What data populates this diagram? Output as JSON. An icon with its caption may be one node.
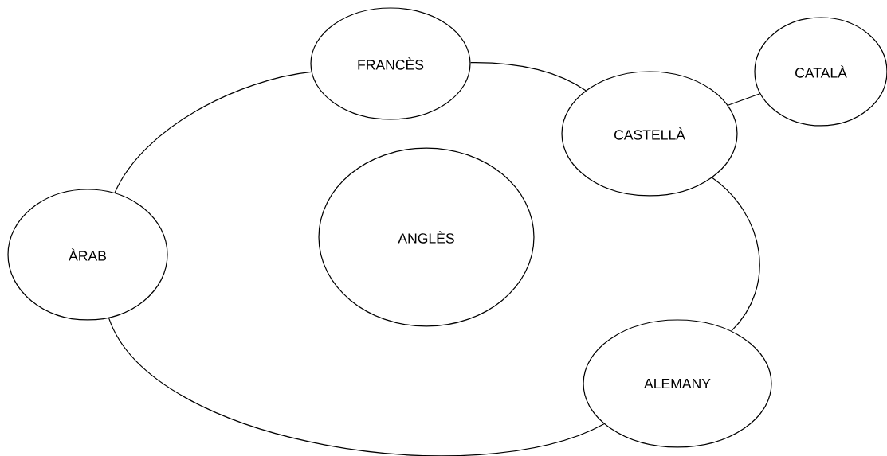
{
  "diagram": {
    "nodes": [
      {
        "text": [
          "FRANCÈS"
        ]
      },
      {
        "text": [
          "CATALÀ"
        ]
      },
      {
        "text": [
          "CASTELLÀ"
        ]
      },
      {
        "text": [
          "ÀRAB"
        ]
      },
      {
        "text": [
          "ANGLÈS"
        ]
      },
      {
        "text": [
          "ALEMANY"
        ]
      }
    ],
    "edges": [
      {
        "from": 3,
        "to": 0,
        "arrow": "none"
      },
      {
        "from": 0,
        "to": 2,
        "arrow": "none"
      },
      {
        "from": 2,
        "to": 1,
        "arrow": "none"
      },
      {
        "from": 2,
        "to": 5,
        "arrow": "none"
      },
      {
        "from": 5,
        "to": 3,
        "arrow": "none"
      }
    ]
  }
}
